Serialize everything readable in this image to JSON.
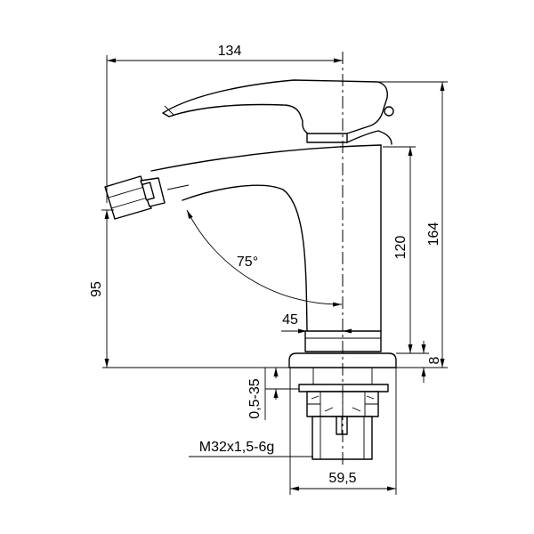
{
  "dimensions": {
    "top_length": "134",
    "total_height": "164",
    "body_height": "120",
    "spout_height": "95",
    "spout_angle": "75°",
    "offset": "45",
    "flange_thickness": "8",
    "mounting_range": "0,5-35",
    "thread": "M32x1,5-6g",
    "base_diameter": "59,5"
  }
}
